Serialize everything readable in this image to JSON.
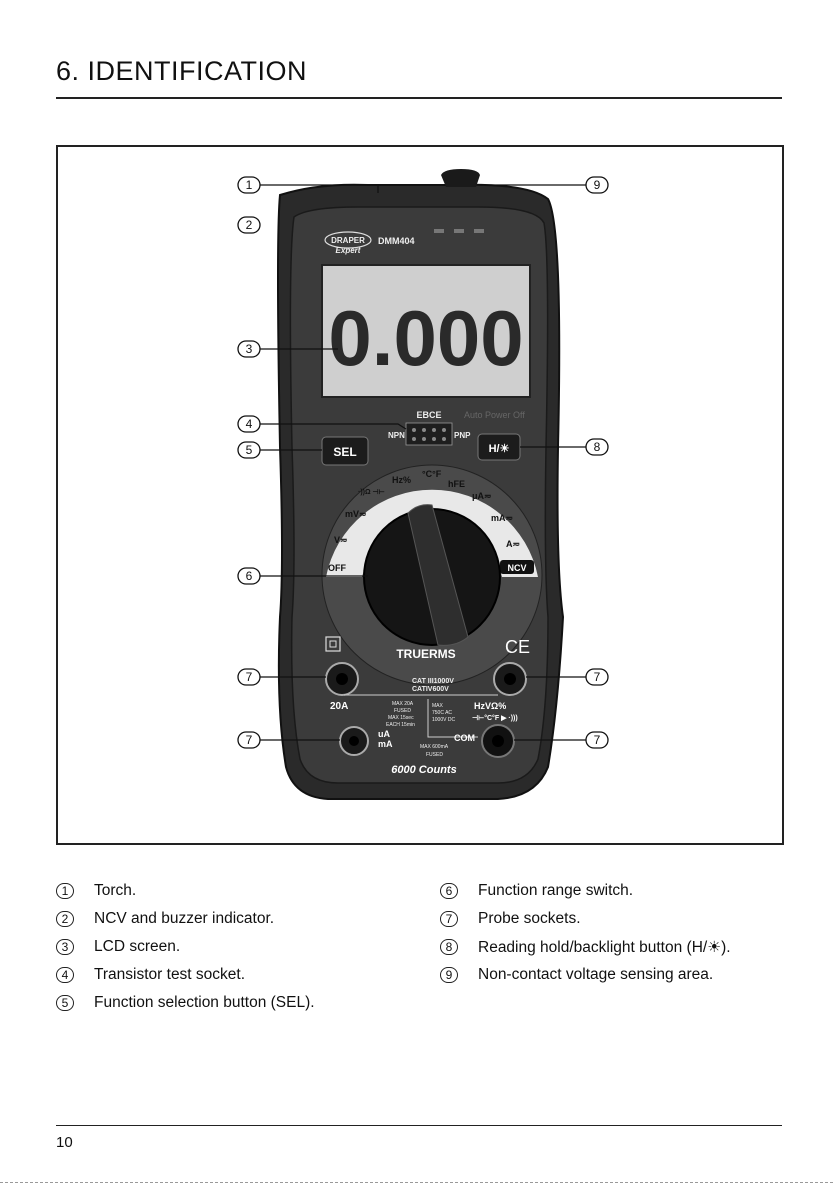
{
  "page": {
    "title": "6. IDENTIFICATION",
    "page_number": "10"
  },
  "device": {
    "brand": "DRAPER",
    "brand_sub": "Expert",
    "model": "DMM404",
    "display_value": "0.000",
    "ebce": "EBCE",
    "npn": "NPN",
    "pnp": "PNP",
    "auto_power_off": "Auto Power Off",
    "sel_button": "SEL",
    "hold_button": "H/☀",
    "dial_labels": {
      "off": "OFF",
      "v": "V≂",
      "mv": "mV≂",
      "ohm": "·))Ω ⊣⊢",
      "hz": "Hz%",
      "temp": "°C°F",
      "hfe": "hFE",
      "ua": "μA≂",
      "ma": "mA≂",
      "a": "A≂",
      "ncv": "NCV"
    },
    "truerms": "TRUERMS",
    "ce": "CE",
    "cat_text_1": "CAT III1000V",
    "cat_text_2": "CATIV600V",
    "socket_20a": "20A",
    "max20a_1": "MAX 20A",
    "max20a_2": "FUSED",
    "max20a_3": "MAX 15sec",
    "max20a_4": "EACH 15min",
    "max_1": "MAX",
    "max_2": "750C AC",
    "max_3": "1000V DC",
    "symbols_1": "HzVΩ%",
    "symbols_2": "⊣⊢°C°F ▶ ·)))",
    "ua_ma_1": "uA",
    "ua_ma_2": "mA",
    "com": "COM",
    "max600_1": "MAX 600mA",
    "max600_2": "FUSED",
    "counts": "6000 Counts"
  },
  "callouts": [
    "1",
    "2",
    "3",
    "4",
    "5",
    "6",
    "7",
    "7",
    "7",
    "7",
    "8",
    "9"
  ],
  "legend_left": [
    {
      "num": "1",
      "text": "Torch."
    },
    {
      "num": "2",
      "text": "NCV and buzzer indicator."
    },
    {
      "num": "3",
      "text": "LCD screen."
    },
    {
      "num": "4",
      "text": "Transistor test socket."
    },
    {
      "num": "5",
      "text": "Function selection button (SEL)."
    }
  ],
  "legend_right": [
    {
      "num": "6",
      "text": "Function range switch."
    },
    {
      "num": "7",
      "text": "Probe sockets."
    },
    {
      "num": "8",
      "text": "Reading hold/backlight button (H/☀)."
    },
    {
      "num": "9",
      "text": "Non-contact voltage sensing area."
    }
  ]
}
